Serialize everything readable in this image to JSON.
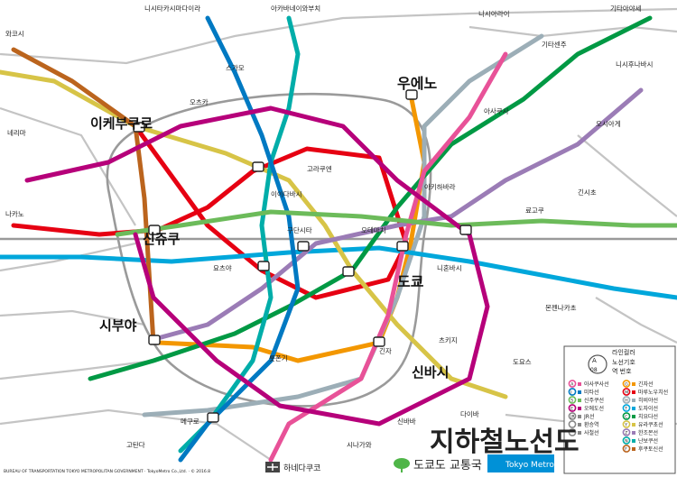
{
  "title": "지하철노선도",
  "operator": "도쿄도 교통국",
  "metro_brand": "Tokyo Metro",
  "credit": "BUREAU OF TRANSPORTATION TOKYO METROPOLITAN GOVERNMENT · TokyoMetro Co.,Ltd. · © 2016.8",
  "hubs": {
    "ikebukuro": "이케부쿠로",
    "ueno": "우에노",
    "shinjuku": "신쥬쿠",
    "tokyo": "도쿄",
    "shibuya": "시부야",
    "shinbashi": "신바시",
    "haneda": "하네다쿠코"
  },
  "stations": {
    "wako": "와코시",
    "nishitakashimadaira": "니시타카시마다이라",
    "akabane": "아카바네이와부치",
    "nishiarai": "니시아라이",
    "kitasenju": "기타센주",
    "kitaayase": "기타아야세",
    "nishifunabashi": "니시후나바시",
    "nakano": "나카노",
    "oshiage": "오시아게",
    "kinshicho": "긴시초",
    "asakusa": "아사쿠사",
    "otemachi": "오테마치",
    "iidabashi": "이이다바시",
    "korakuen": "고라쿠엔",
    "yotsuya": "요츠야",
    "kudanshita": "구단시타",
    "akihabara": "아키하바라",
    "nihombashi": "니혼바시",
    "ginza": "긴자",
    "roppongi": "롯폰기",
    "meguro": "메구로",
    "gotanda": "고탄다",
    "shinagawa": "시나가와",
    "tsukiji": "츠키지",
    "toyosu": "도요스",
    "daiba": "다이바",
    "nerima": "네리마",
    "otsuka": "오츠카",
    "monzennakacho": "몬젠나카초",
    "ryogoku": "료고쿠",
    "shimbamba": "신바바",
    "sugamo": "스가모"
  },
  "legend": {
    "heading_line": "라인컬러",
    "heading_number": "노선기호",
    "heading_station": "역 번호",
    "lines": [
      {
        "code": "G",
        "name": "긴자선",
        "color": "#f39700"
      },
      {
        "code": "M",
        "name": "마루노우치선",
        "color": "#e60012"
      },
      {
        "code": "H",
        "name": "히비야선",
        "color": "#9caeb7"
      },
      {
        "code": "T",
        "name": "도자이선",
        "color": "#00a7db"
      },
      {
        "code": "C",
        "name": "치요다선",
        "color": "#009944"
      },
      {
        "code": "Y",
        "name": "유라쿠초선",
        "color": "#d7c447"
      },
      {
        "code": "Z",
        "name": "한조몬선",
        "color": "#9b7cb6"
      },
      {
        "code": "N",
        "name": "난보쿠선",
        "color": "#00ada9"
      },
      {
        "code": "F",
        "name": "후쿠토신선",
        "color": "#bb641d"
      }
    ],
    "toei_lines": [
      {
        "code": "A",
        "name": "아사쿠사선",
        "color": "#e85298"
      },
      {
        "code": "I",
        "name": "미타선",
        "color": "#0079c2"
      },
      {
        "code": "S",
        "name": "신주쿠선",
        "color": "#6cbb5a"
      },
      {
        "code": "E",
        "name": "오에도선",
        "color": "#b6007a"
      }
    ],
    "other": [
      {
        "code": "JR",
        "name": "JR선"
      },
      {
        "code": "",
        "name": "환승역"
      },
      {
        "code": "",
        "name": "사철선"
      }
    ]
  }
}
